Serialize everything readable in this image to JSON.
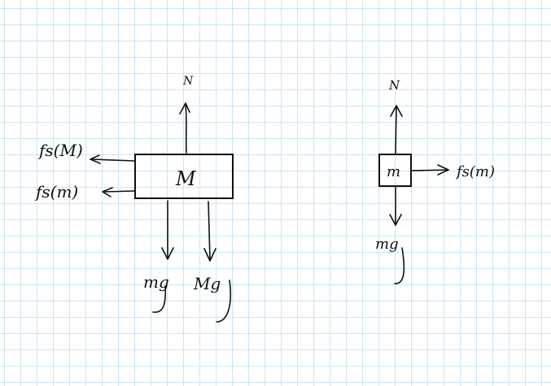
{
  "diagram": {
    "left": {
      "body_label": "M",
      "forces": {
        "up": "N",
        "left_top": "fs(M)",
        "left_bottom": "fs(m)",
        "down_1": "mg",
        "down_2": "Mg"
      }
    },
    "right": {
      "body_label": "m",
      "forces": {
        "up": "N",
        "right": "fs(m)",
        "down": "mg"
      }
    }
  }
}
